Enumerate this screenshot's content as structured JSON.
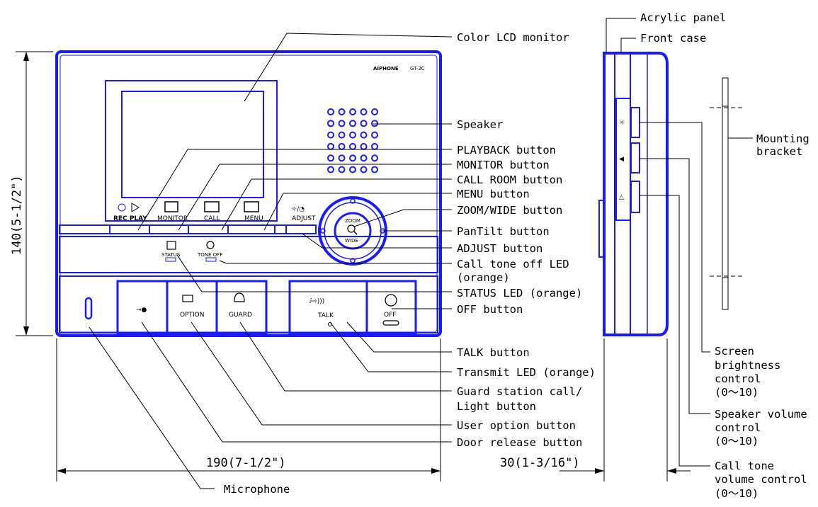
{
  "colors": {
    "outline": "#1a1aff",
    "leader": "#000000",
    "background": "#ffffff"
  },
  "front_panel": {
    "brand": "AIPHONE",
    "model": "GT-2C",
    "buttons": {
      "rec_play": "REC PLAY",
      "monitor": "MONITOR",
      "call": "CALL",
      "menu": "MENU",
      "adjust": "ADJUST",
      "zoom": "ZOOM",
      "wide": "WIDE",
      "status": "STATUS",
      "tone_off": "TONE OFF",
      "option": "OPTION",
      "guard": "GUARD",
      "talk": "TALK",
      "off": "OFF"
    }
  },
  "callouts": {
    "color_lcd": "Color LCD monitor",
    "speaker": "Speaker",
    "playback": "PLAYBACK button",
    "monitor": "MONITOR button",
    "call_room": "CALL ROOM button",
    "menu": "MENU button",
    "zoom_wide": "ZOOM/WIDE button",
    "pantilt": "PanTilt button",
    "adjust": "ADJUST button",
    "call_tone_off_1": "Call tone off LED",
    "call_tone_off_2": "(orange)",
    "status_led": "STATUS LED (orange)",
    "off_button": "OFF button",
    "talk_button": "TALK button",
    "transmit_led": "Transmit LED (orange)",
    "guard_1": "Guard station call/",
    "guard_2": "Light button",
    "user_option": "User option button",
    "door_release": "Door release button",
    "microphone": "Microphone",
    "acrylic_panel": "Acrylic panel",
    "front_case": "Front case",
    "mounting_1": "Mounting",
    "mounting_2": "bracket",
    "screen_1": "Screen",
    "screen_2": "brightness",
    "screen_3": "control",
    "screen_4": "(0～10)",
    "speaker_vol_1": "Speaker volume",
    "speaker_vol_2": "control",
    "speaker_vol_3": "(0～10)",
    "calltone_1": "Call tone",
    "calltone_2": "volume control",
    "calltone_3": "(0～10)"
  },
  "dimensions": {
    "height": "140(5-1/2\")",
    "width": "190(7-1/2\")",
    "depth": "30(1-3/16\")"
  }
}
